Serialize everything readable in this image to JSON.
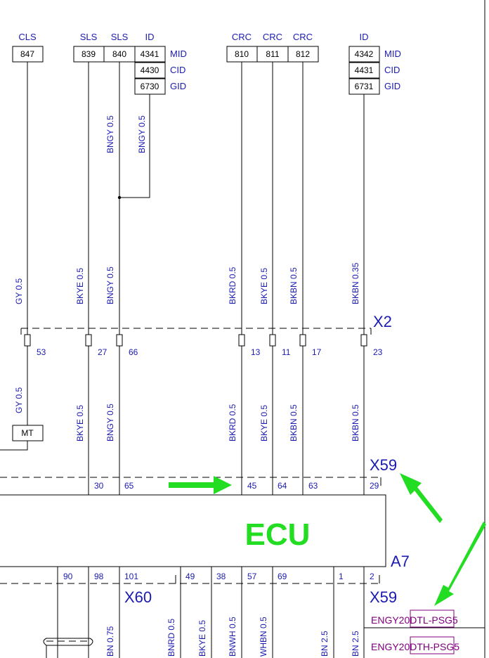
{
  "header_labels": [
    "CLS",
    "SLS",
    "SLS",
    "ID",
    "CRC",
    "CRC",
    "CRC",
    "ID"
  ],
  "top_terminals": [
    "847",
    "839",
    "840",
    "4341",
    "810",
    "811",
    "812",
    "4342"
  ],
  "id_block_left": [
    {
      "num": "4341",
      "label": "MID"
    },
    {
      "num": "4430",
      "label": "CID"
    },
    {
      "num": "6730",
      "label": "GID"
    }
  ],
  "id_block_right": [
    {
      "num": "4342",
      "label": "MID"
    },
    {
      "num": "4431",
      "label": "CID"
    },
    {
      "num": "6731",
      "label": "GID"
    }
  ],
  "wire_labels_upper": [
    "BNGY 0.5",
    "BNGY 0.5"
  ],
  "wire_labels_mid": [
    "GY 0.5",
    "BKYE 0.5",
    "BNGY 0.5",
    "BKRD 0.5",
    "BKYE 0.5",
    "BKBN 0.5",
    "BKBN 0.35"
  ],
  "connector_x2": {
    "name": "X2",
    "pins": [
      "53",
      "27",
      "66",
      "13",
      "11",
      "17",
      "23"
    ]
  },
  "wire_labels_lower": [
    "GY 0.5",
    "BKYE 0.5",
    "BNGY 0.5",
    "BKRD 0.5",
    "BKYE 0.5",
    "BKBN 0.5",
    "BKBN 0.5"
  ],
  "mt_box": "MT",
  "connector_x59": {
    "name": "X59",
    "pins": [
      "30",
      "65",
      "45",
      "64",
      "63",
      "29"
    ]
  },
  "ecu": {
    "label": "ECU",
    "ref": "A7"
  },
  "connector_x60": {
    "name": "X60",
    "pins": [
      "90",
      "98",
      "101",
      "49",
      "38",
      "57",
      "69",
      "1",
      "2"
    ]
  },
  "connector_x59_bottom": "X59",
  "bottom_wire_labels": [
    "BN 0.75",
    "BNRD 0.5",
    "BKYE 0.5",
    "BNWH 0.5",
    "WHBN 0.5",
    "BN 2.5",
    "BN 2.5"
  ],
  "variants": [
    "ENGY20DTL-PSG5",
    "ENGY20DTH-PSG5"
  ],
  "colors": {
    "label_blue": "#1a1ab0",
    "ecu_green": "#22dd22",
    "arrow_green": "#22dd22",
    "variant_purple": "#800080"
  }
}
